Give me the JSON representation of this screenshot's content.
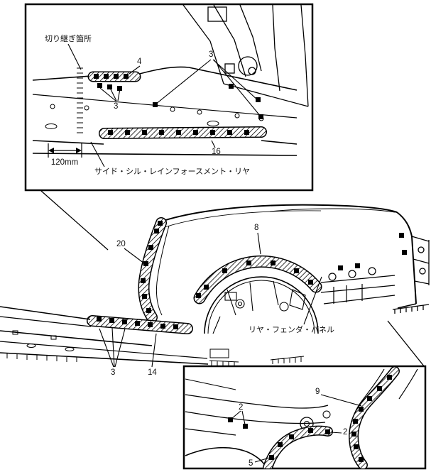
{
  "colors": {
    "ink": "#000000",
    "paper": "#ffffff"
  },
  "top_inset": {
    "cut_splice_label": "切り継ぎ箇所",
    "dimension_label": "120mm",
    "part_label": "サイド・シル・レインフォースメント・リヤ",
    "callouts": {
      "c4": "4",
      "c3_lower": "3",
      "c3_upper": "3",
      "c16": "16"
    }
  },
  "main_view": {
    "part_label": "リヤ・フェンダ・パネル",
    "callouts": {
      "c20": "20",
      "c8": "8",
      "c3": "3",
      "c14": "14"
    }
  },
  "bottom_inset": {
    "callouts": {
      "c9": "9",
      "c2_left": "2",
      "c2_right": "2",
      "c5": "5"
    }
  }
}
